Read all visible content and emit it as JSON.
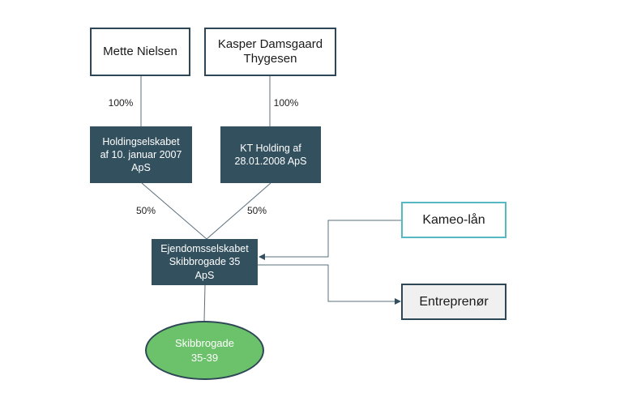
{
  "owners": [
    {
      "name": "Mette Nielsen"
    },
    {
      "name": "Kasper Damsgaard\nThygesen"
    }
  ],
  "holdings": [
    {
      "name": "Holdingselskabet\naf 10. januar 2007\nApS"
    },
    {
      "name": "KT Holding af\n28.01.2008 ApS"
    }
  ],
  "company": {
    "name": "Ejendomsselskabet\nSkibbrogade 35\nApS"
  },
  "property": {
    "name": "Skibbrogade\n35-39"
  },
  "lender": {
    "name": "Kameo-lån"
  },
  "contractor": {
    "name": "Entreprenør"
  },
  "ownership_labels": {
    "owner1_to_holding1": "100%",
    "owner2_to_holding2": "100%",
    "holding1_to_company": "50%",
    "holding2_to_company": "50%"
  },
  "colors": {
    "connector": "#5a6f7c",
    "company_fill": "#33505f",
    "property_fill": "#6cc26b",
    "lender_border": "#55b9c4"
  }
}
